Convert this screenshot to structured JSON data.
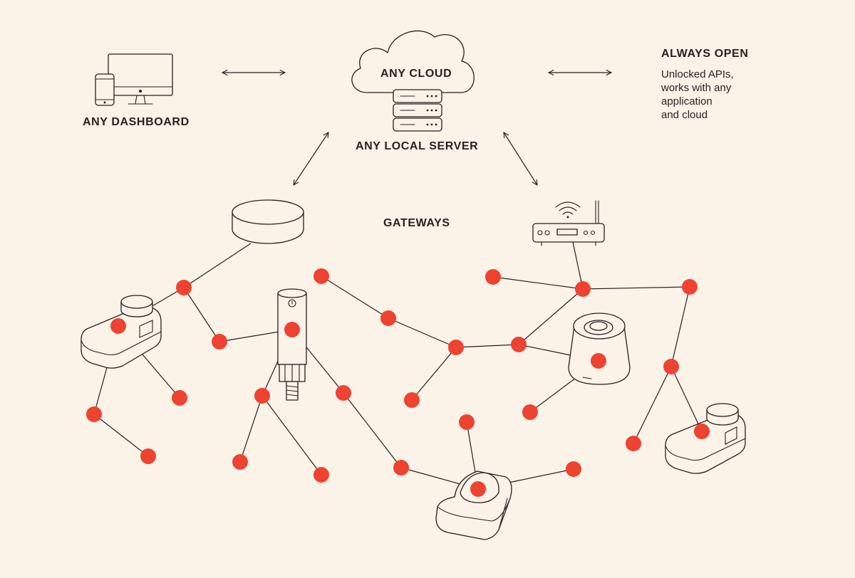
{
  "labels": {
    "dashboard": "ANY DASHBOARD",
    "cloud": "ANY CLOUD",
    "local_server": "ANY LOCAL SERVER",
    "gateways": "GATEWAYS",
    "always_open": "ALWAYS OPEN"
  },
  "always_open_lines": [
    "Unlocked APIs,",
    "works with any",
    "application",
    "and cloud"
  ],
  "colors": {
    "background": "#fbf3e8",
    "ink": "#2b1d1f",
    "node": "#ee4331"
  },
  "icons": [
    "desktop-monitor-icon",
    "phone-icon",
    "cloud-icon",
    "server-rack-icon",
    "wifi-router-icon",
    "round-gateway-icon",
    "sensor-icon"
  ]
}
